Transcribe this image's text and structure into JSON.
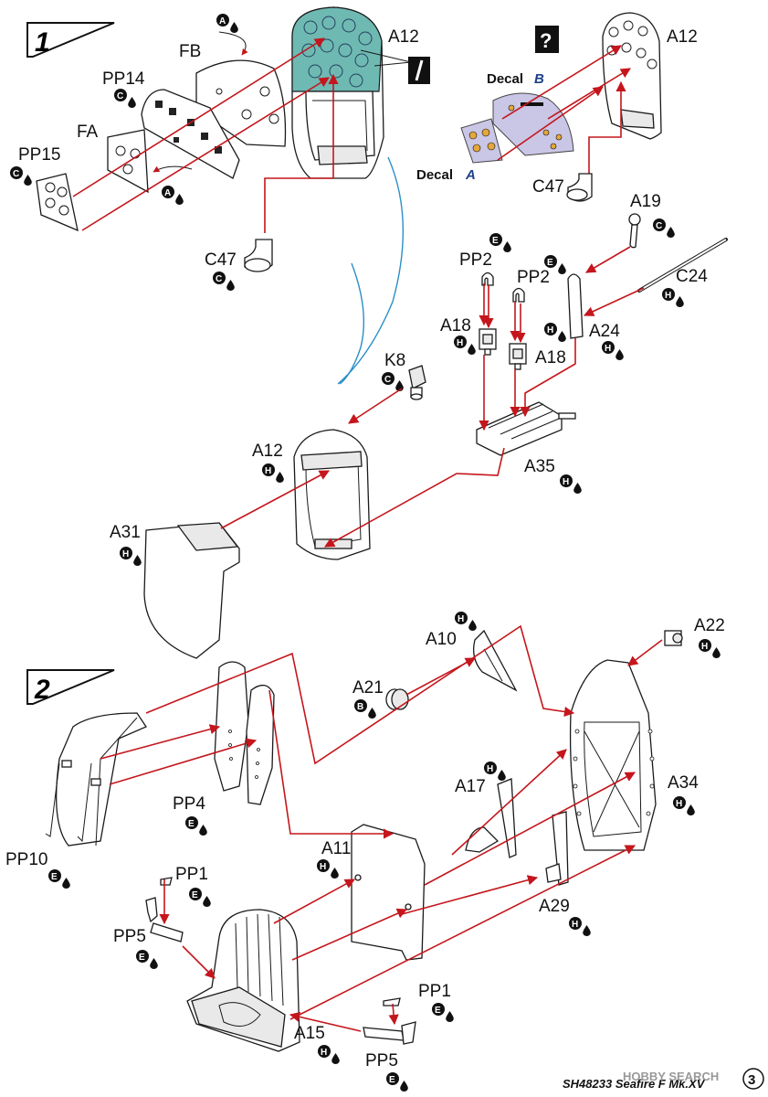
{
  "step1": {
    "number": "1",
    "parts": {
      "A12": "A12",
      "FB": "FB",
      "PP14": "PP14",
      "FA": "FA",
      "PP15": "PP15",
      "C47": "C47",
      "K8": "K8",
      "A31": "A31",
      "A35": "A35",
      "A18": "A18",
      "PP2": "PP2",
      "A19": "A19",
      "C24": "C24",
      "A24": "A24"
    },
    "option_marker": "?",
    "decal_label": "Decal",
    "decal_a": "A",
    "decal_b": "B"
  },
  "step2": {
    "number": "2",
    "parts": {
      "A10": "A10",
      "A21": "A21",
      "A22": "A22",
      "A17": "A17",
      "A34": "A34",
      "PP4": "PP4",
      "PP10": "PP10",
      "A11": "A11",
      "PP1": "PP1",
      "PP5": "PP5",
      "A29": "A29",
      "A15": "A15"
    }
  },
  "color_codes": {
    "A": "A",
    "B": "B",
    "C": "C",
    "E": "E",
    "H": "H"
  },
  "footer": {
    "kit": "SH48233 Seafire F Mk.XV",
    "page": "3",
    "watermark": "HOBBY SEARCH"
  },
  "colors": {
    "arrow": "#c4161c",
    "guide": "#2a8fc7",
    "decal_panel": "#6fb9b3",
    "decal_letter": "#1f3f8a"
  }
}
